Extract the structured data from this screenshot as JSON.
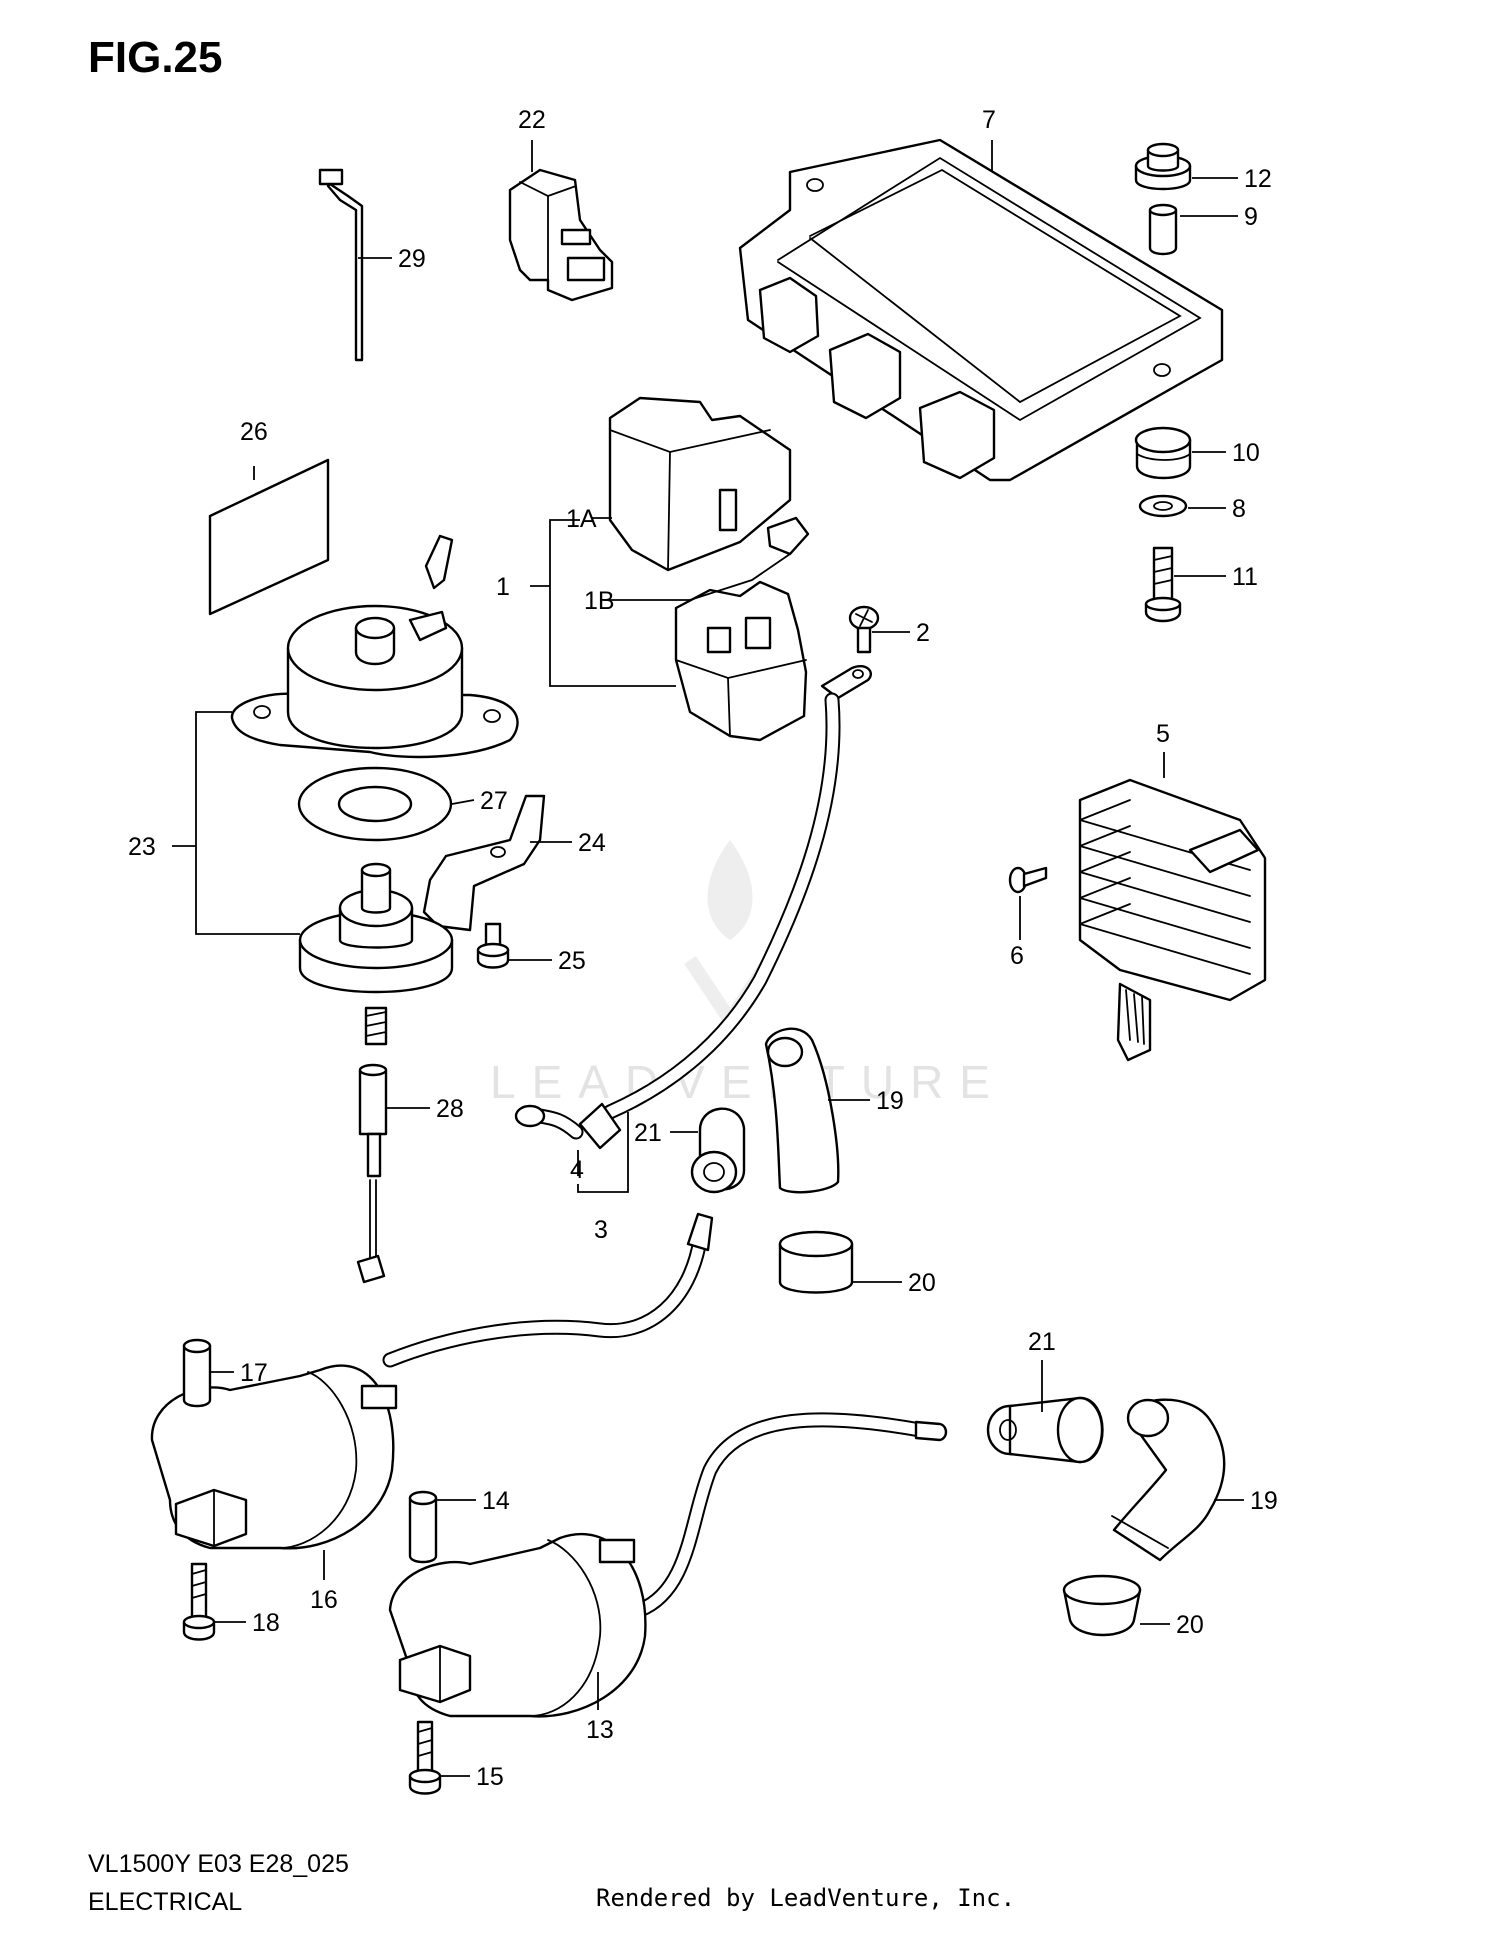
{
  "figure": {
    "title": "FIG.25",
    "model_code": "VL1500Y E03 E28_025",
    "section": "ELECTRICAL",
    "rendered_by": "Rendered by LeadVenture, Inc.",
    "watermark": "LEADVENTURE"
  },
  "callouts": {
    "c1": "1",
    "c1a": "1A",
    "c1b": "1B",
    "c2": "2",
    "c3": "3",
    "c4": "4",
    "c5": "5",
    "c6": "6",
    "c7": "7",
    "c8": "8",
    "c9": "9",
    "c10": "10",
    "c11": "11",
    "c12": "12",
    "c13": "13",
    "c14": "14",
    "c15": "15",
    "c16": "16",
    "c17": "17",
    "c18": "18",
    "c19a": "19",
    "c19b": "19",
    "c20a": "20",
    "c20b": "20",
    "c21a": "21",
    "c21b": "21",
    "c22": "22",
    "c23": "23",
    "c24": "24",
    "c25": "25",
    "c26": "26",
    "c27": "27",
    "c28": "28",
    "c29": "29"
  }
}
